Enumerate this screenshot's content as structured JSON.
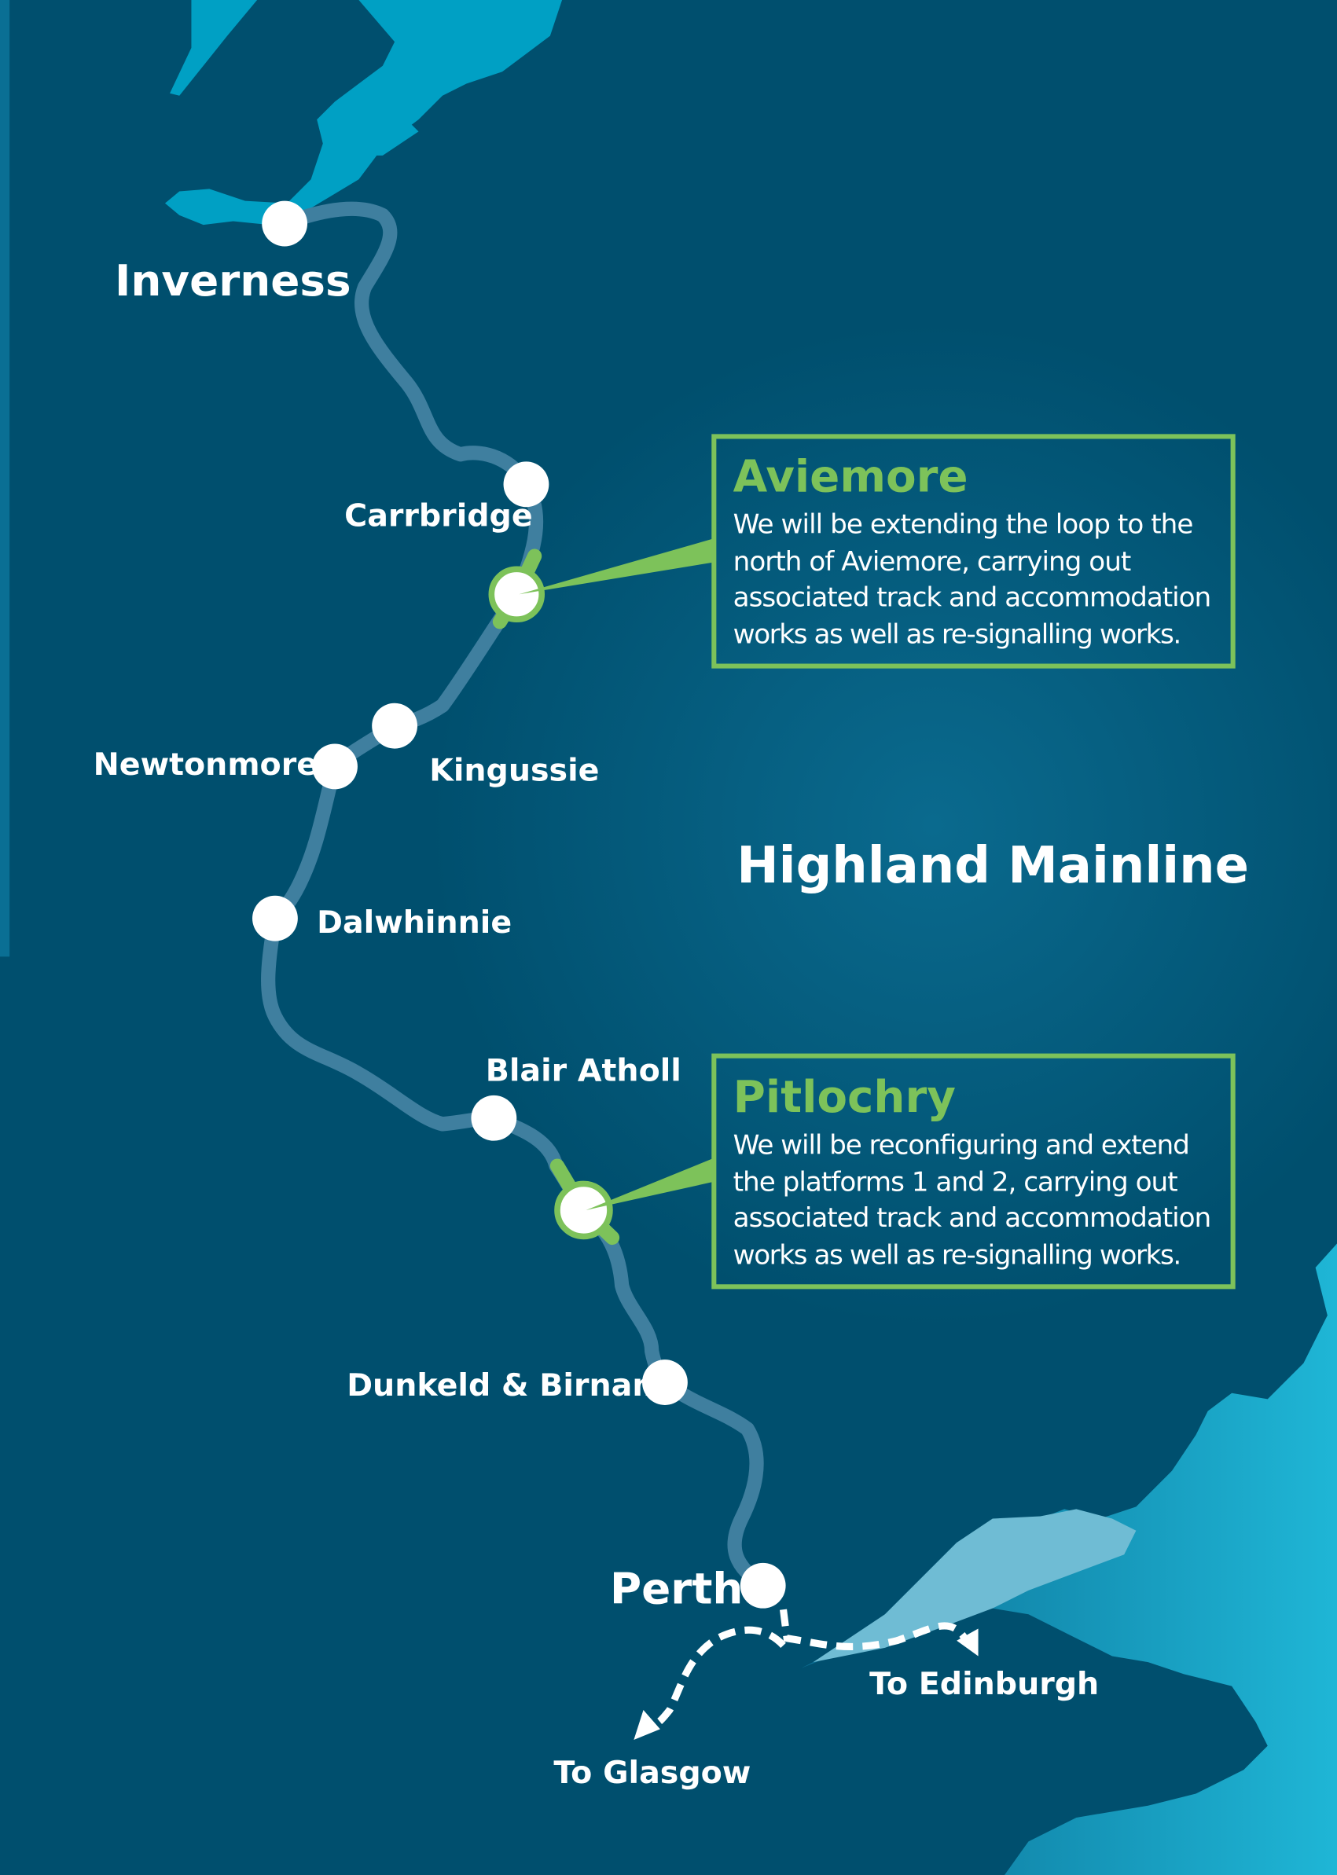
{
  "map_title": "Highland Mainline",
  "stations": [
    {
      "name": "Inverness"
    },
    {
      "name": "Carrbridge"
    },
    {
      "name": "Aviemore"
    },
    {
      "name": "Kingussie"
    },
    {
      "name": "Newtonmore"
    },
    {
      "name": "Dalwhinnie"
    },
    {
      "name": "Blair Atholl"
    },
    {
      "name": "Pitlochry"
    },
    {
      "name": "Dunkeld & Birnam"
    },
    {
      "name": "Perth"
    }
  ],
  "callouts": [
    {
      "title": "Aviemore",
      "lines": [
        "We will be extending the loop to the",
        "north of Aviemore, carrying out",
        "associated track and accommodation",
        "works as well as re-signalling works."
      ]
    },
    {
      "title": "Pitlochry",
      "lines": [
        "We will be reconfiguring and extend",
        "the platforms 1 and 2, carrying out",
        "associated track and accommodation",
        "works as well as re-signalling works."
      ]
    }
  ],
  "connections": [
    {
      "label": "To Edinburgh"
    },
    {
      "label": "To Glasgow"
    }
  ],
  "colors": {
    "background": "#004f6e",
    "water": "#00a0c4",
    "route": "#3f7f9f",
    "highlight": "#7dc25a",
    "station": "#ffffff"
  }
}
